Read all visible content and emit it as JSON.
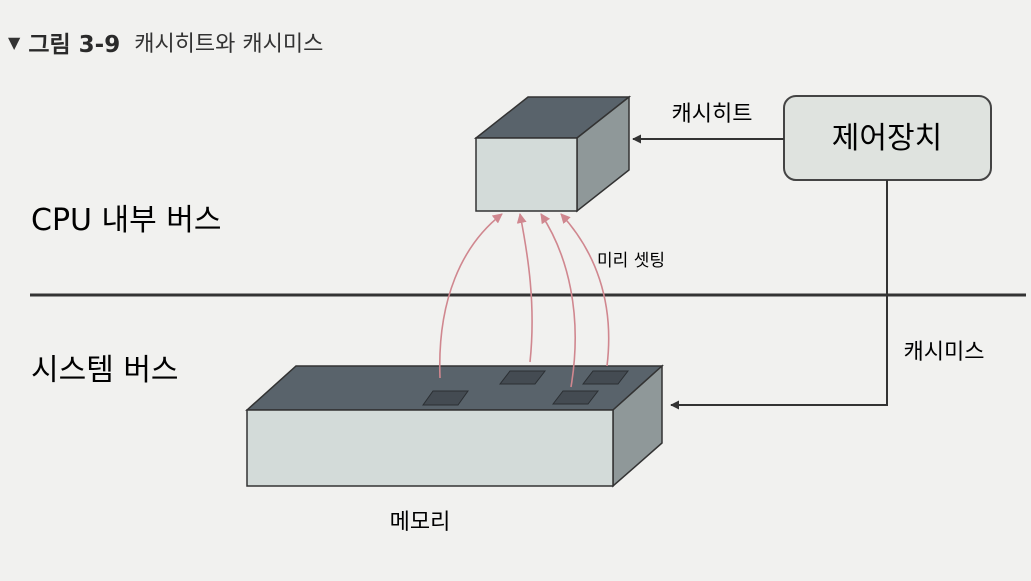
{
  "figure": {
    "marker": "▼",
    "number": "그림 3-9",
    "caption": "캐시히트와 캐시미스"
  },
  "labels": {
    "cpu_bus": "CPU 내부 버스",
    "system_bus": "시스템 버스",
    "control_unit": "제어장치",
    "cache_hit": "캐시히트",
    "cache_miss": "캐시미스",
    "preset": "미리 셋팅",
    "memory": "메모리"
  },
  "colors": {
    "box_front": "#d3dbd9",
    "box_top": "#59636b",
    "box_side": "#8f9899",
    "arrow_pink": "#d0878f",
    "line_dark": "#333333"
  }
}
